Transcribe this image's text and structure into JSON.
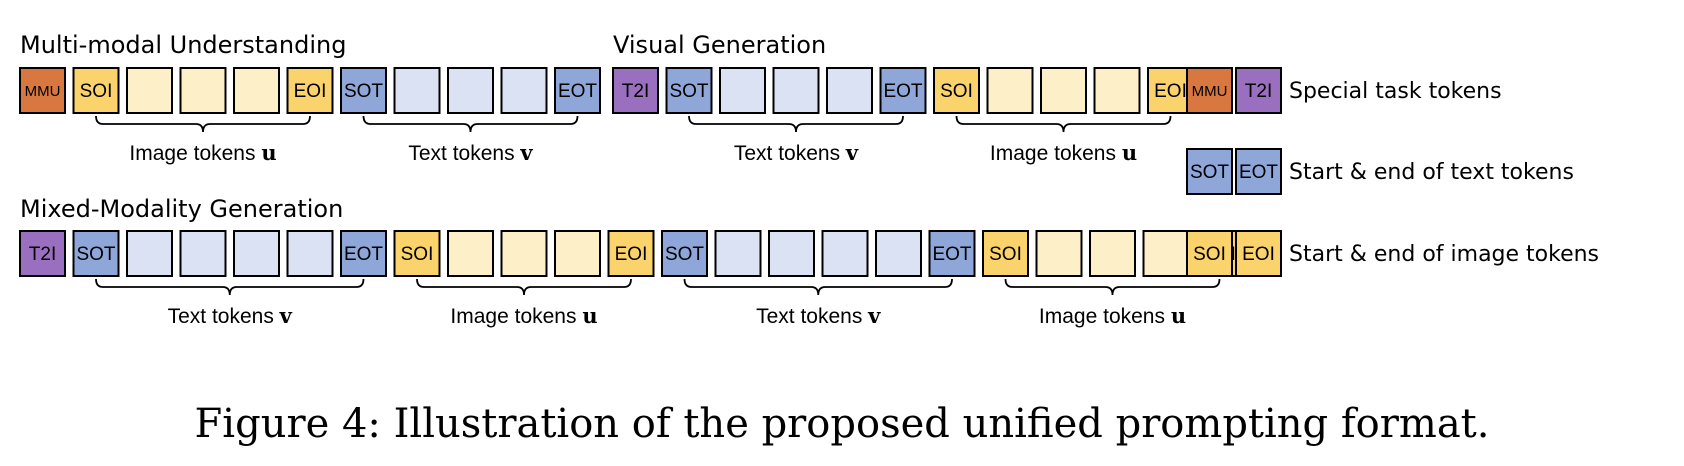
{
  "colors": {
    "MMU": "#d8773f",
    "T2I": "#9b6fbf",
    "textSpecial": "#8ea6d8",
    "textToken": "#dbe2f3",
    "imageSpecial": "#fbd36c",
    "imageToken": "#fdf0c9"
  },
  "sections": [
    {
      "title": "Multi-modal Understanding",
      "tokens": [
        {
          "label": "MMU",
          "kind": "MMU"
        },
        {
          "label": "SOI",
          "kind": "imageSpecial"
        },
        {
          "label": "",
          "kind": "imageToken"
        },
        {
          "label": "",
          "kind": "imageToken"
        },
        {
          "label": "",
          "kind": "imageToken"
        },
        {
          "label": "EOI",
          "kind": "imageSpecial"
        },
        {
          "label": "SOT",
          "kind": "textSpecial"
        },
        {
          "label": "",
          "kind": "textToken"
        },
        {
          "label": "",
          "kind": "textToken"
        },
        {
          "label": "",
          "kind": "textToken"
        },
        {
          "label": "EOT",
          "kind": "textSpecial"
        }
      ],
      "groups": [
        {
          "from": 1,
          "to": 5,
          "text": "Image tokens",
          "symbol": "u"
        },
        {
          "from": 6,
          "to": 10,
          "text": "Text tokens",
          "symbol": "v"
        }
      ]
    },
    {
      "title": "Visual Generation",
      "tokens": [
        {
          "label": "T2I",
          "kind": "T2I"
        },
        {
          "label": "SOT",
          "kind": "textSpecial"
        },
        {
          "label": "",
          "kind": "textToken"
        },
        {
          "label": "",
          "kind": "textToken"
        },
        {
          "label": "",
          "kind": "textToken"
        },
        {
          "label": "EOT",
          "kind": "textSpecial"
        },
        {
          "label": "SOI",
          "kind": "imageSpecial"
        },
        {
          "label": "",
          "kind": "imageToken"
        },
        {
          "label": "",
          "kind": "imageToken"
        },
        {
          "label": "",
          "kind": "imageToken"
        },
        {
          "label": "EOI",
          "kind": "imageSpecial"
        }
      ],
      "groups": [
        {
          "from": 1,
          "to": 5,
          "text": "Text tokens",
          "symbol": "v"
        },
        {
          "from": 6,
          "to": 10,
          "text": "Image tokens",
          "symbol": "u"
        }
      ]
    },
    {
      "title": "Mixed-Modality Generation",
      "tokens": [
        {
          "label": "T2I",
          "kind": "T2I"
        },
        {
          "label": "SOT",
          "kind": "textSpecial"
        },
        {
          "label": "",
          "kind": "textToken"
        },
        {
          "label": "",
          "kind": "textToken"
        },
        {
          "label": "",
          "kind": "textToken"
        },
        {
          "label": "",
          "kind": "textToken"
        },
        {
          "label": "EOT",
          "kind": "textSpecial"
        },
        {
          "label": "SOI",
          "kind": "imageSpecial"
        },
        {
          "label": "",
          "kind": "imageToken"
        },
        {
          "label": "",
          "kind": "imageToken"
        },
        {
          "label": "",
          "kind": "imageToken"
        },
        {
          "label": "EOI",
          "kind": "imageSpecial"
        },
        {
          "label": "SOT",
          "kind": "textSpecial"
        },
        {
          "label": "",
          "kind": "textToken"
        },
        {
          "label": "",
          "kind": "textToken"
        },
        {
          "label": "",
          "kind": "textToken"
        },
        {
          "label": "",
          "kind": "textToken"
        },
        {
          "label": "EOT",
          "kind": "textSpecial"
        },
        {
          "label": "SOI",
          "kind": "imageSpecial"
        },
        {
          "label": "",
          "kind": "imageToken"
        },
        {
          "label": "",
          "kind": "imageToken"
        },
        {
          "label": "",
          "kind": "imageToken"
        },
        {
          "label": "EOI",
          "kind": "imageSpecial"
        }
      ],
      "groups": [
        {
          "from": 1,
          "to": 6,
          "text": "Text tokens",
          "symbol": "v"
        },
        {
          "from": 7,
          "to": 11,
          "text": "Image tokens",
          "symbol": "u"
        },
        {
          "from": 12,
          "to": 17,
          "text": "Text tokens",
          "symbol": "v"
        },
        {
          "from": 18,
          "to": 22,
          "text": "Image tokens",
          "symbol": "u"
        }
      ]
    }
  ],
  "legend": [
    {
      "tokens": [
        {
          "label": "MMU",
          "kind": "MMU"
        },
        {
          "label": "T2I",
          "kind": "T2I"
        }
      ],
      "text": "Special task tokens"
    },
    {
      "tokens": [
        {
          "label": "SOT",
          "kind": "textSpecial"
        },
        {
          "label": "EOT",
          "kind": "textSpecial"
        }
      ],
      "text": "Start & end of text tokens"
    },
    {
      "tokens": [
        {
          "label": "SOI",
          "kind": "imageSpecial"
        },
        {
          "label": "EOI",
          "kind": "imageSpecial"
        }
      ],
      "text": "Start & end of image tokens"
    }
  ],
  "caption": "Figure 4: Illustration of the proposed unified prompting format."
}
